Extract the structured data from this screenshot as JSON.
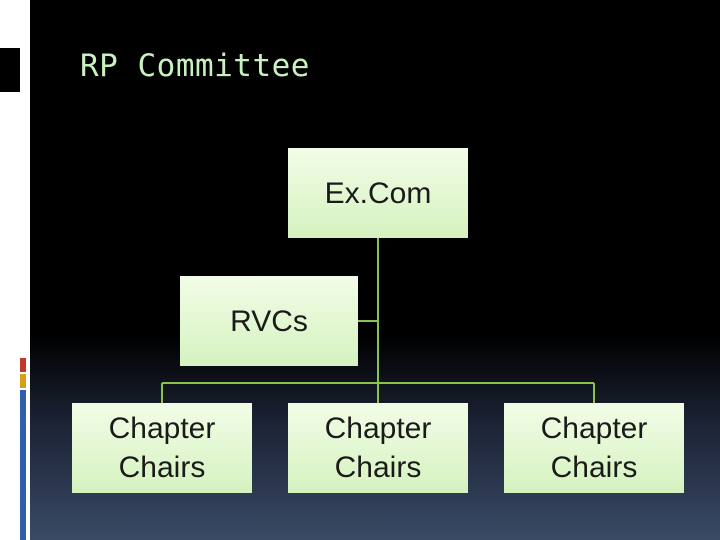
{
  "title": "RP Committee",
  "org_chart": {
    "root": {
      "label": "Ex.Com"
    },
    "assistant": {
      "label": "RVCs"
    },
    "children": [
      {
        "line1": "Chapter",
        "line2": "Chairs"
      },
      {
        "line1": "Chapter",
        "line2": "Chairs"
      },
      {
        "line1": "Chapter",
        "line2": "Chairs"
      }
    ]
  },
  "colors": {
    "title": "#c9f1c0",
    "node_fill_top": "#f2fde7",
    "node_fill_bottom": "#d5f2bf",
    "connector": "#8bc34a",
    "accent_red": "#c0392b",
    "accent_gold": "#d4a017",
    "accent_blue": "#2e5fa8"
  }
}
